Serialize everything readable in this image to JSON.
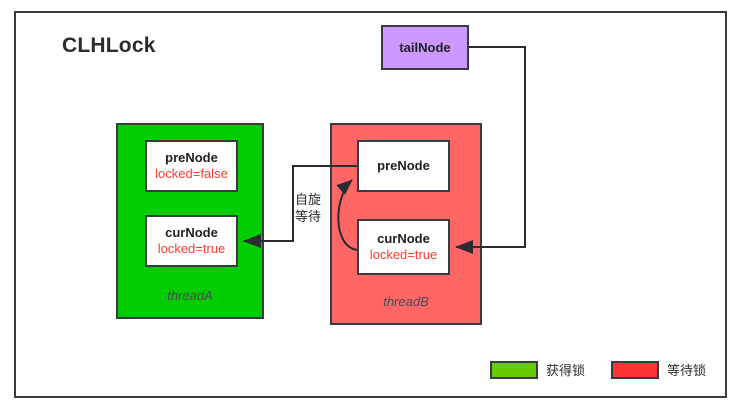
{
  "diagram": {
    "title": "CLHLock",
    "frame_border_color": "#3a3a42",
    "tail": {
      "label": "tailNode",
      "fill": "#cc99ff"
    },
    "threads": [
      {
        "id": "threadA",
        "label": "threadA",
        "fill": "#00cc00",
        "state": "acquired",
        "nodes": [
          {
            "id": "preNode",
            "title": "preNode",
            "sub": "locked=false"
          },
          {
            "id": "curNode",
            "title": "curNode",
            "sub": "locked=true"
          }
        ]
      },
      {
        "id": "threadB",
        "label": "threadB",
        "fill": "#ff6666",
        "state": "waiting",
        "nodes": [
          {
            "id": "preNode",
            "title": "preNode",
            "sub": ""
          },
          {
            "id": "curNode",
            "title": "curNode",
            "sub": "locked=true"
          }
        ]
      }
    ],
    "annotations": {
      "spin_wait_line1": "自旋",
      "spin_wait_line2": "等待"
    },
    "legend": [
      {
        "label": "获得锁",
        "color": "#66cc00"
      },
      {
        "label": "等待锁",
        "color": "#ff3333"
      }
    ]
  }
}
